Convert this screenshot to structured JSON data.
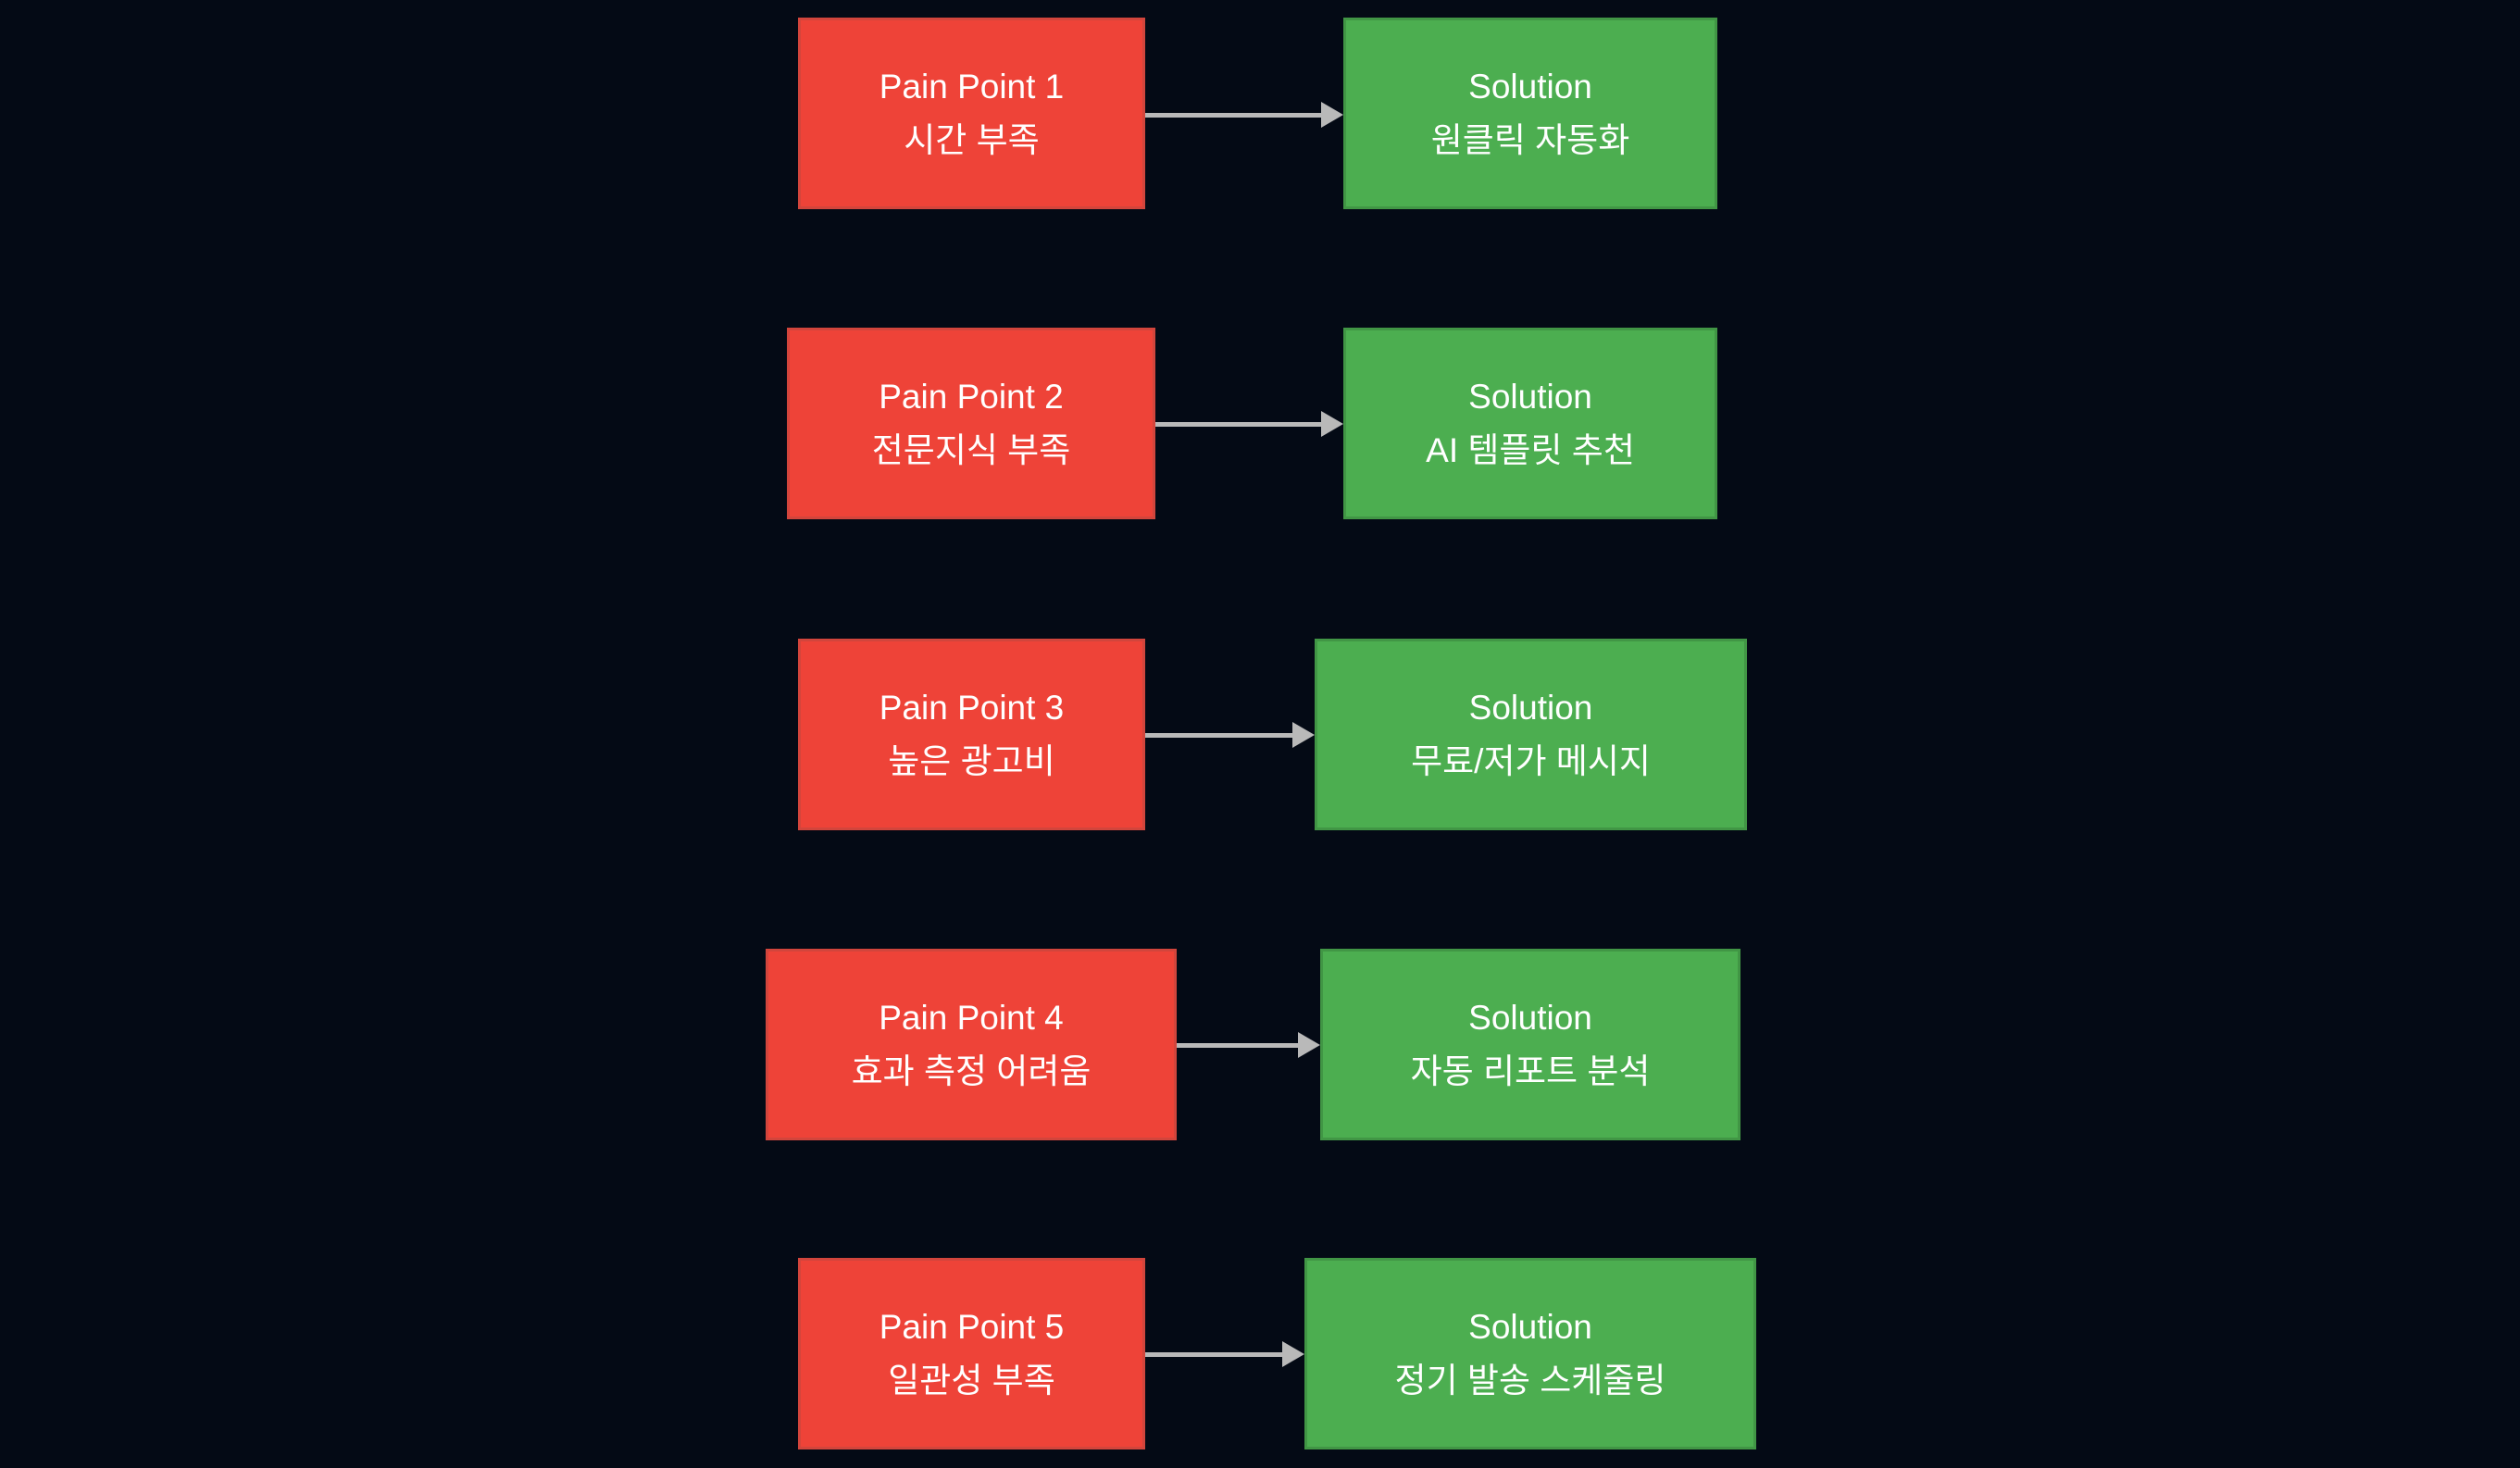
{
  "canvas": {
    "background_color": "#040a15",
    "arrow_color": "#b9b9b9"
  },
  "diagram": {
    "type": "pain-solution-flowchart",
    "colors": {
      "pain_fill": "#ee4338",
      "pain_border": "#d2453c",
      "solution_fill": "#4cae50",
      "solution_border": "#419645",
      "text": "#ffffff"
    },
    "rows": [
      {
        "pain": {
          "title": "Pain Point 1",
          "subtitle": "시간 부족"
        },
        "solution": {
          "title": "Solution",
          "subtitle": "원클릭 자동화"
        }
      },
      {
        "pain": {
          "title": "Pain Point 2",
          "subtitle": "전문지식 부족"
        },
        "solution": {
          "title": "Solution",
          "subtitle": "AI 템플릿 추천"
        }
      },
      {
        "pain": {
          "title": "Pain Point 3",
          "subtitle": "높은 광고비"
        },
        "solution": {
          "title": "Solution",
          "subtitle": "무료/저가 메시지"
        }
      },
      {
        "pain": {
          "title": "Pain Point 4",
          "subtitle": "효과 측정 어려움"
        },
        "solution": {
          "title": "Solution",
          "subtitle": "자동 리포트 분석"
        }
      },
      {
        "pain": {
          "title": "Pain Point 5",
          "subtitle": "일관성 부족"
        },
        "solution": {
          "title": "Solution",
          "subtitle": "정기 발송 스케줄링"
        }
      }
    ]
  }
}
